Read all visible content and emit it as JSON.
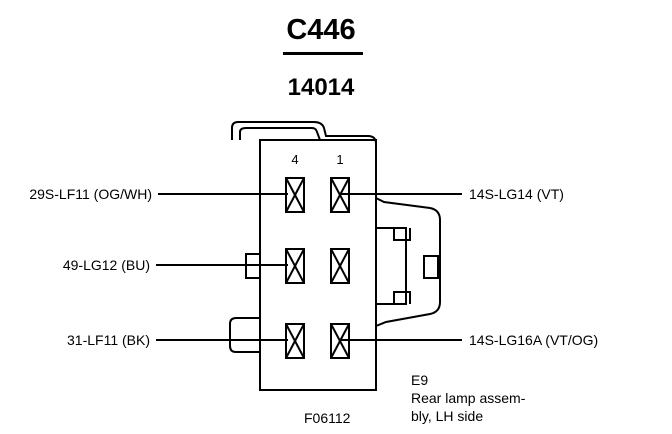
{
  "connector": {
    "id": "C446",
    "part_number": "14014",
    "pin_numbers": [
      "4",
      "1"
    ]
  },
  "wires": {
    "left": [
      {
        "label": "29S-LF11 (OG/WH)"
      },
      {
        "label": "49-LG12 (BU)"
      },
      {
        "label": "31-LF11 (BK)"
      }
    ],
    "right": [
      {
        "label": "14S-LG14 (VT)"
      },
      {
        "label": "14S-LG16A (VT/OG)"
      }
    ]
  },
  "figure_code": "F06112",
  "notes": {
    "code": "E9",
    "line1": "Rear lamp assem-",
    "line2": "bly, LH side"
  }
}
